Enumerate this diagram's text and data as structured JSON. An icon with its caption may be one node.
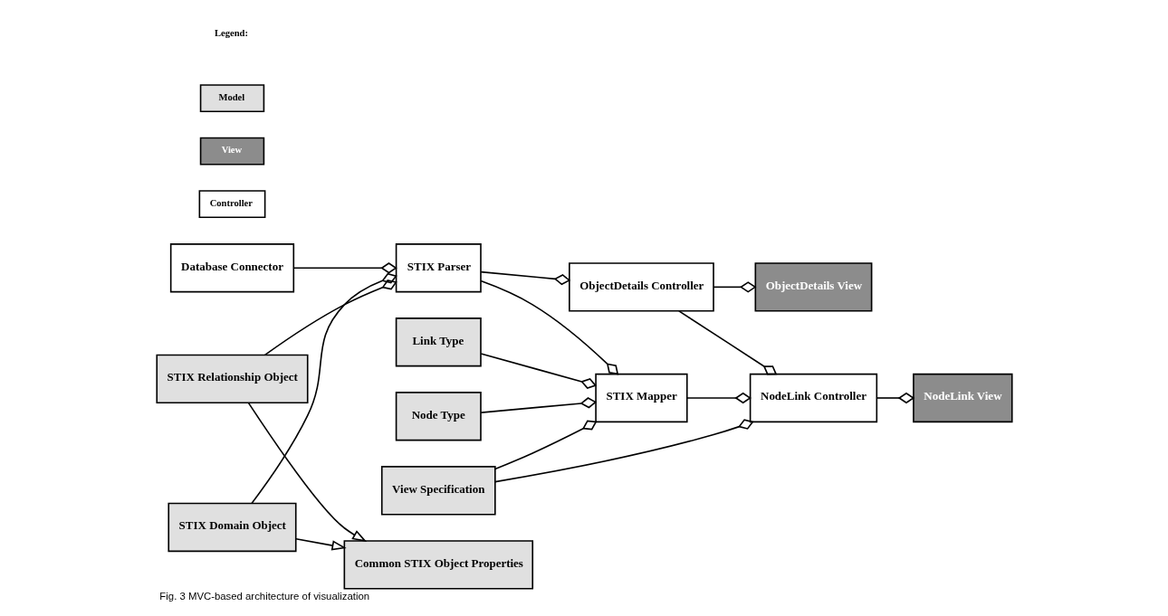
{
  "diagram": {
    "caption": "Fig. 3 MVC-based architecture of visualization",
    "nodes": [
      {
        "text": [
          "Database Connector"
        ]
      },
      {
        "text": [
          "STIX Parser"
        ]
      },
      {
        "text": [
          "ObjectDetails Controller"
        ]
      },
      {
        "text": [
          "ObjectDetails View"
        ]
      },
      {
        "text": [
          "STIX Relationship Object"
        ]
      },
      {
        "text": [
          "STIX Domain Object"
        ]
      },
      {
        "text": [
          "STIX Mapper"
        ]
      },
      {
        "text": [
          "NodeLink Controller"
        ]
      },
      {
        "text": [
          "NodeLink View"
        ]
      },
      {
        "text": [
          "Common STIX Object Properties"
        ]
      },
      {
        "text": [
          "Node Type"
        ]
      },
      {
        "text": [
          "Link Type"
        ]
      },
      {
        "text": [
          "View Specification"
        ]
      }
    ],
    "edges": [
      {
        "from": 0,
        "to": 1,
        "arrow": "other"
      },
      {
        "from": 1,
        "to": 2,
        "arrow": "other"
      },
      {
        "from": 2,
        "to": 3,
        "arrow": "other"
      },
      {
        "from": 4,
        "to": 1,
        "arrow": "other"
      },
      {
        "from": 5,
        "to": 1,
        "arrow": "other"
      },
      {
        "from": 1,
        "to": 6,
        "arrow": "other"
      },
      {
        "from": 2,
        "to": 7,
        "arrow": "other"
      },
      {
        "from": 6,
        "to": 7,
        "arrow": "other"
      },
      {
        "from": 7,
        "to": 8,
        "arrow": "other"
      },
      {
        "from": 4,
        "to": 9,
        "arrow": "to"
      },
      {
        "from": 5,
        "to": 9,
        "arrow": "to"
      },
      {
        "from": 10,
        "to": 6,
        "arrow": "other"
      },
      {
        "from": 11,
        "to": 6,
        "arrow": "other"
      },
      {
        "from": 12,
        "to": 6,
        "arrow": "other"
      },
      {
        "from": 12,
        "to": 7,
        "arrow": "other"
      }
    ],
    "labels": [
      "Legend:"
    ],
    "legend": [
      {
        "text": "Model",
        "color": "#e0e0e0"
      },
      {
        "text": "View",
        "color": "#8c8c8c"
      },
      {
        "text": "Controller",
        "color": "#ffffff"
      }
    ]
  }
}
